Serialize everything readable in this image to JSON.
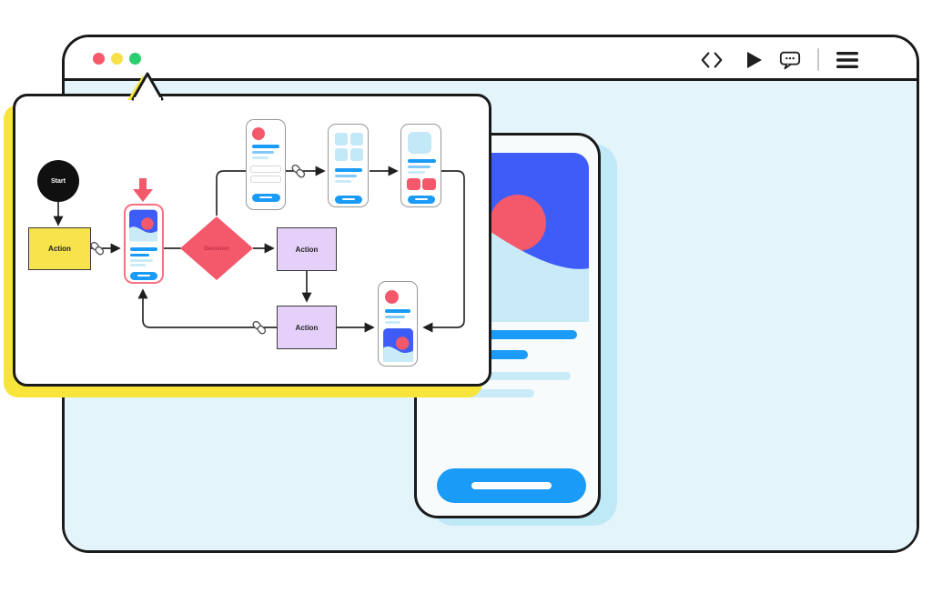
{
  "window": {
    "traffic_lights": [
      {
        "name": "close",
        "color": "#f4586b"
      },
      {
        "name": "minimize",
        "color": "#f7e04b"
      },
      {
        "name": "zoom",
        "color": "#2bce6e"
      }
    ],
    "toolbar_icons": [
      {
        "name": "code-icon"
      },
      {
        "name": "play-icon"
      },
      {
        "name": "comment-icon"
      },
      {
        "name": "menu-icon"
      }
    ]
  },
  "flowchart": {
    "start": {
      "label": "Start"
    },
    "decision": {
      "label": "Decision"
    },
    "actions": [
      {
        "label": "Action"
      },
      {
        "label": "Action"
      },
      {
        "label": "Action"
      }
    ],
    "link_icons": 3,
    "highlighted_screen": "phone-screen-selected"
  },
  "colors": {
    "accent_blue": "#1a9bf7",
    "royal_blue": "#3e5cf7",
    "light_blue": "#c9ebf8",
    "content_bg": "#e4f4fb",
    "red_pink": "#f4586b",
    "yellow": "#f7e34c",
    "shadow_yellow": "#f8e53b",
    "purple": "#e5d0fa",
    "phone_shadow": "#bfe9f6"
  }
}
